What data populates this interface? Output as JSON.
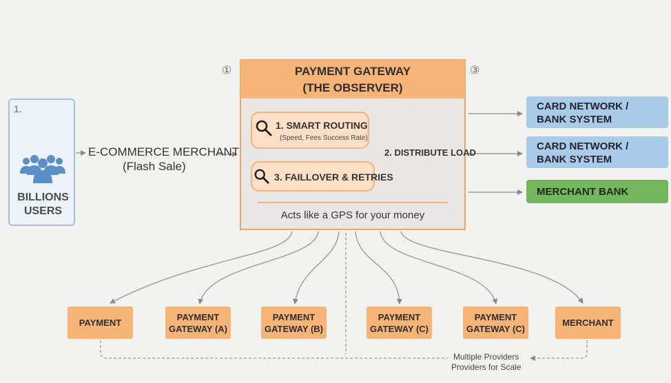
{
  "users": {
    "number": "1.",
    "label_line1": "BILLIONS",
    "label_line2": "USERS"
  },
  "merchant": {
    "line1": "E-COMMERCE MERCHANT",
    "line2": "(Flash Sale)"
  },
  "steps": {
    "left": "①",
    "right": "③"
  },
  "gateway": {
    "title_line1": "PAYMENT GATEWAY",
    "title_line2": "(THE OBSERVER)",
    "smart_routing": "1. SMART ROUTING",
    "smart_routing_sub": "(Speed, Fees Success Rate)",
    "distribute": "2. DISTRIBUTE LOAD",
    "failover": "3. FAILLOVER & RETRIES",
    "footer": "Acts like a GPS for your money"
  },
  "destinations": [
    {
      "line1": "CARD NETWORK /",
      "line2": "BANK SYSTEM"
    },
    {
      "line1": "CARD NETWORK /",
      "line2": "BANK SYSTEM"
    },
    {
      "line1": "MERCHANT BANK",
      "line2": ""
    }
  ],
  "providers": [
    {
      "line1": "PAYMENT",
      "line2": ""
    },
    {
      "line1": "PAYMENT",
      "line2": "GATEWAY (A)"
    },
    {
      "line1": "PAYMENT",
      "line2": "GATEWAY (B)"
    },
    {
      "line1": "PAYMENT",
      "line2": "GATEWAY (C)"
    },
    {
      "line1": "PAYMENT",
      "line2": "GATEWAY (C)"
    },
    {
      "line1": "MERCHANT",
      "line2": ""
    }
  ],
  "note": {
    "line1": "Multiple Providers",
    "line2": "Providers for Scale"
  },
  "colors": {
    "orange": "#f6b477",
    "orange_border": "#f2a35f",
    "blue": "#a9cbe8",
    "green": "#74b65c",
    "users_blue": "#5b8fc7"
  },
  "icons": [
    "people-icon",
    "magnifier-icon"
  ]
}
